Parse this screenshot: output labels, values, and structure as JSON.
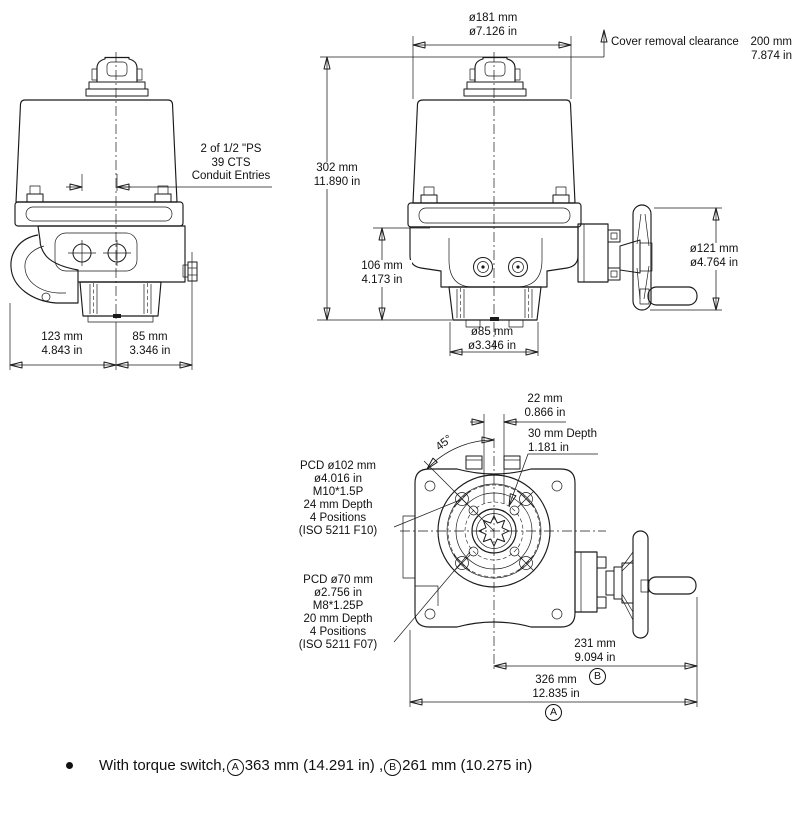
{
  "colors": {
    "line": "#1a1a1a",
    "background": "#ffffff"
  },
  "side_view": {
    "conduit_note": {
      "line1": "2 of 1/2 \"PS",
      "line2": "39 CTS",
      "line3": "Conduit Entries"
    },
    "width_left": {
      "mm": "123 mm",
      "in": "4.843 in"
    },
    "width_right": {
      "mm": "85 mm",
      "in": "3.346 in"
    }
  },
  "front_view": {
    "cover_dia": {
      "mm": "ø181 mm",
      "in": "ø7.126 in"
    },
    "cover_clearance": {
      "label": "Cover removal clearance",
      "mm": "200 mm",
      "in": "7.874 in"
    },
    "height": {
      "mm": "302 mm",
      "in": "11.890 in"
    },
    "base_height": {
      "mm": "106 mm",
      "in": "4.173 in"
    },
    "handwheel_dia": {
      "mm": "ø121 mm",
      "in": "ø4.764 in"
    },
    "mount_dia": {
      "mm": "ø85 mm",
      "in": "ø3.346 in"
    }
  },
  "top_view": {
    "stem_width": {
      "mm": "22 mm",
      "in": "0.866 in"
    },
    "stem_depth": {
      "line1": "30 mm Depth",
      "line2": "1.181 in"
    },
    "angle": "45°",
    "flange_f10": [
      "PCD ø102 mm",
      "ø4.016 in",
      "M10*1.5P",
      "24 mm Depth",
      "4 Positions",
      "(ISO 5211 F10)"
    ],
    "flange_f07": [
      "PCD ø70 mm",
      "ø2.756 in",
      "M8*1.25P",
      "20 mm Depth",
      "4 Positions",
      "(ISO 5211 F07)"
    ],
    "dim_b": {
      "mm": "231 mm",
      "in": "9.094 in",
      "label": "B"
    },
    "dim_a": {
      "mm": "326 mm",
      "in": "12.835 in",
      "label": "A"
    }
  },
  "footnote": {
    "prefix": "With torque switch,",
    "a_label": "A",
    "a_value": "363 mm (14.291 in) ,",
    "b_label": "B",
    "b_value": "261 mm (10.275 in)"
  }
}
